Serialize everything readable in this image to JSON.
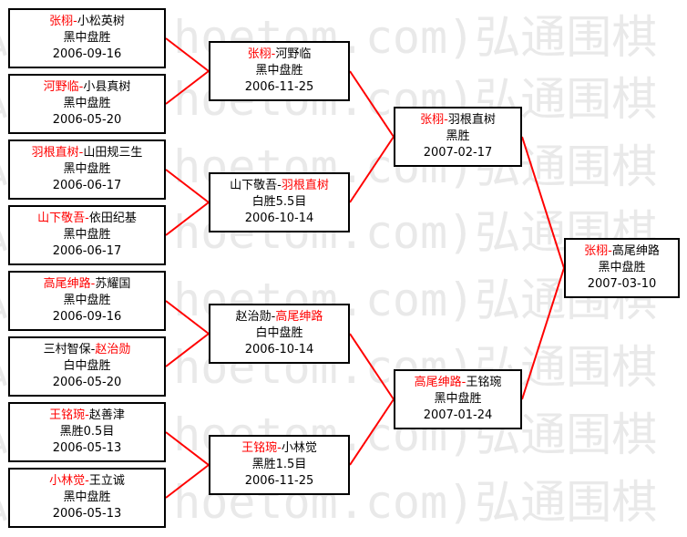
{
  "watermark": {
    "text": "弘通围棋(hoetom.com)弘通围棋"
  },
  "colors": {
    "winner": "#ff0000",
    "line": "#ff0000",
    "border": "#000000"
  },
  "round1": [
    {
      "p1": "张栩",
      "sep": "-",
      "p2": "小松英树",
      "winner": 1,
      "result": "黑中盘胜",
      "date": "2006-09-16"
    },
    {
      "p1": "河野临",
      "sep": "-",
      "p2": "小县真树",
      "winner": 1,
      "result": "黑中盘胜",
      "date": "2006-05-20"
    },
    {
      "p1": "羽根直树",
      "sep": "-",
      "p2": "山田规三生",
      "winner": 1,
      "result": "黑中盘胜",
      "date": "2006-06-17"
    },
    {
      "p1": "山下敬吾",
      "sep": "-",
      "p2": "依田纪基",
      "winner": 1,
      "result": "黑中盘胜",
      "date": "2006-06-17"
    },
    {
      "p1": "高尾绅路",
      "sep": "-",
      "p2": "苏耀国",
      "winner": 1,
      "result": "黑中盘胜",
      "date": "2006-09-16"
    },
    {
      "p1": "三村智保",
      "sep": "-",
      "p2": "赵治勋",
      "winner": 2,
      "result": "白中盘胜",
      "date": "2006-05-20"
    },
    {
      "p1": "王铭琬",
      "sep": "-",
      "p2": "赵善津",
      "winner": 1,
      "result": "黑胜0.5目",
      "date": "2006-05-13"
    },
    {
      "p1": "小林觉",
      "sep": "-",
      "p2": "王立诚",
      "winner": 1,
      "result": "黑中盘胜",
      "date": "2006-05-13"
    }
  ],
  "round2": [
    {
      "p1": "张栩",
      "sep": "-",
      "p2": "河野临",
      "winner": 1,
      "result": "黑中盘胜",
      "date": "2006-11-25"
    },
    {
      "p1": "山下敬吾",
      "sep": "-",
      "p2": "羽根直树",
      "winner": 2,
      "result": "白胜5.5目",
      "date": "2006-10-14"
    },
    {
      "p1": "赵治勋",
      "sep": "-",
      "p2": "高尾绅路",
      "winner": 2,
      "result": "白中盘胜",
      "date": "2006-10-14"
    },
    {
      "p1": "王铭琬",
      "sep": "-",
      "p2": "小林觉",
      "winner": 1,
      "result": "黑胜1.5目",
      "date": "2006-11-25"
    }
  ],
  "round3": [
    {
      "p1": "张栩",
      "sep": "-",
      "p2": "羽根直树",
      "winner": 1,
      "result": "黑胜",
      "date": "2007-02-17"
    },
    {
      "p1": "高尾绅路",
      "sep": "-",
      "p2": "王铭琬",
      "winner": 1,
      "result": "黑中盘胜",
      "date": "2007-01-24"
    }
  ],
  "final": [
    {
      "p1": "张栩",
      "sep": "-",
      "p2": "高尾绅路",
      "winner": 1,
      "result": "黑中盘胜",
      "date": "2007-03-10"
    }
  ]
}
